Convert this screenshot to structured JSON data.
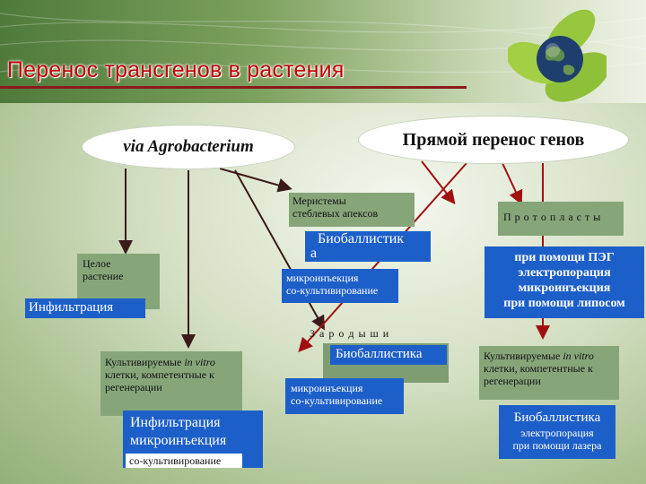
{
  "title": "Перенос трансгенов в растения",
  "methods": {
    "agro": "via Agrobacterium",
    "direct": "Прямой перенос генов"
  },
  "meristems": {
    "label_line1": "Меристемы",
    "label_line2": "стеблевых апексов",
    "biolistics_line1": "Биобаллистик",
    "biolistics_line2": "а",
    "items": [
      "микроинъекция",
      "со-культивирование"
    ]
  },
  "protoplasts": {
    "label": "П р о т о п л а с т ы",
    "items": [
      "при помощи ПЭГ",
      "электропорация",
      "микроинъекция",
      "при помощи липосом"
    ]
  },
  "whole_plant": {
    "line1": "Целое",
    "line2": "растение",
    "infiltration": "Инфильтрация"
  },
  "embryos": {
    "label": "З а р о д ы ш и",
    "biolistics": "Биобаллистика",
    "items": [
      "микроинъекция",
      "со-культивирование"
    ]
  },
  "cultured_left": {
    "line1_a": "Культивируемые ",
    "line1_b": "in vitro",
    "line2": "клетки, компетентные к",
    "line3": "регенерации",
    "infiltration": "Инфильтрация",
    "microinjection": "микроинъекция",
    "cocultivation": "со-культивирование"
  },
  "cultured_right": {
    "line1_a": "Культивируемые ",
    "line1_b": "in vitro",
    "line2": "клетки, компетентные к",
    "line3": "регенерации",
    "biolistics": "Биобаллистика",
    "items": [
      "электропорация",
      "при помощи лазера"
    ]
  },
  "colors": {
    "title": "#c00000",
    "box_green": "#86a67a",
    "box_blue": "#1d5fc9",
    "arrow_dark": "#5a2020",
    "arrow_red": "#c00000"
  }
}
